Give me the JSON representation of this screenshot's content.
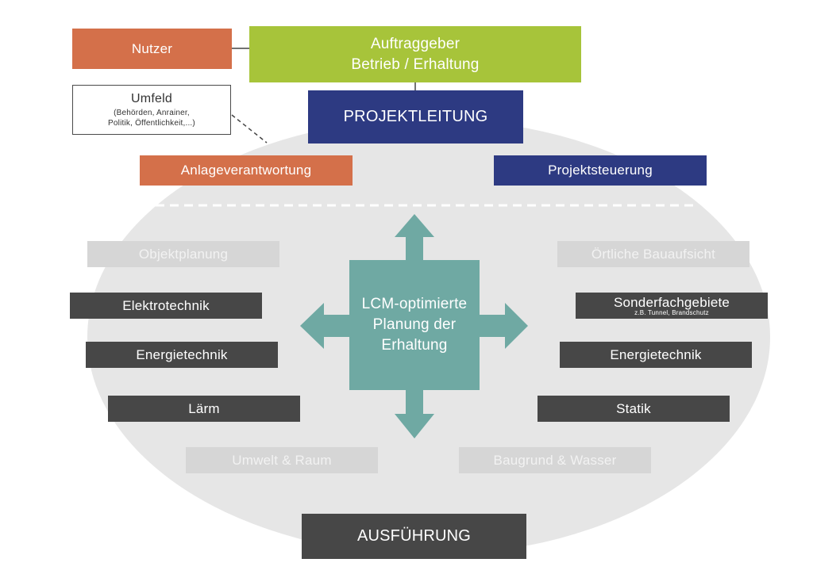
{
  "nutzer": "Nutzer",
  "auftraggeber": {
    "line1": "Auftraggeber",
    "line2": "Betrieb / Erhaltung"
  },
  "projektleitung": "PROJEKTLEITUNG",
  "umfeld": {
    "title": "Umfeld",
    "line1": "(Behörden, Anrainer,",
    "line2": "Politik, Öffentlichkeit,...)"
  },
  "anlageverantwortung": "Anlageverantwortung",
  "projektsteuerung": "Projektsteuerung",
  "center": {
    "line1": "LCM-optimierte",
    "line2": "Planung der",
    "line3": "Erhaltung"
  },
  "left": {
    "objektplanung": "Objektplanung",
    "elektrotechnik": "Elektrotechnik",
    "energietechnik": "Energietechnik",
    "laerm": "Lärm",
    "umwelt": "Umwelt & Raum"
  },
  "right": {
    "oertliche": "Örtliche Bauaufsicht",
    "sonder": "Sonderfachgebiete",
    "sonder_sub": "z.B. Tunnel, Brandschutz",
    "energietechnik": "Energietechnik",
    "statik": "Statik",
    "baugrund": "Baugrund & Wasser"
  },
  "ausfuehrung": "AUSFÜHRUNG",
  "colors": {
    "orange": "#d4704a",
    "green": "#a7c43a",
    "navy": "#2d3a82",
    "dark": "#474747",
    "light": "#d6d6d6",
    "teal": "#6fa9a3",
    "ellipse": "#e6e6e6"
  }
}
